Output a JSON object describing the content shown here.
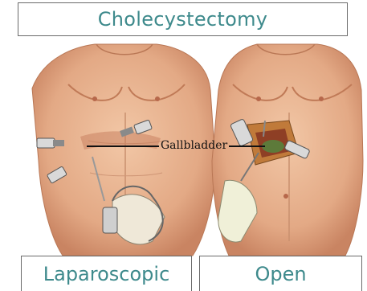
{
  "title": "Cholecystectomy",
  "callout": "Gallbladder",
  "panels": [
    {
      "label": "Laparoscopic"
    },
    {
      "label": "Open"
    }
  ],
  "colors": {
    "title_text": "#3e8a8c",
    "skin": "#e9b593",
    "skin_shadow": "#c98462",
    "border": "#6b6b6b"
  }
}
